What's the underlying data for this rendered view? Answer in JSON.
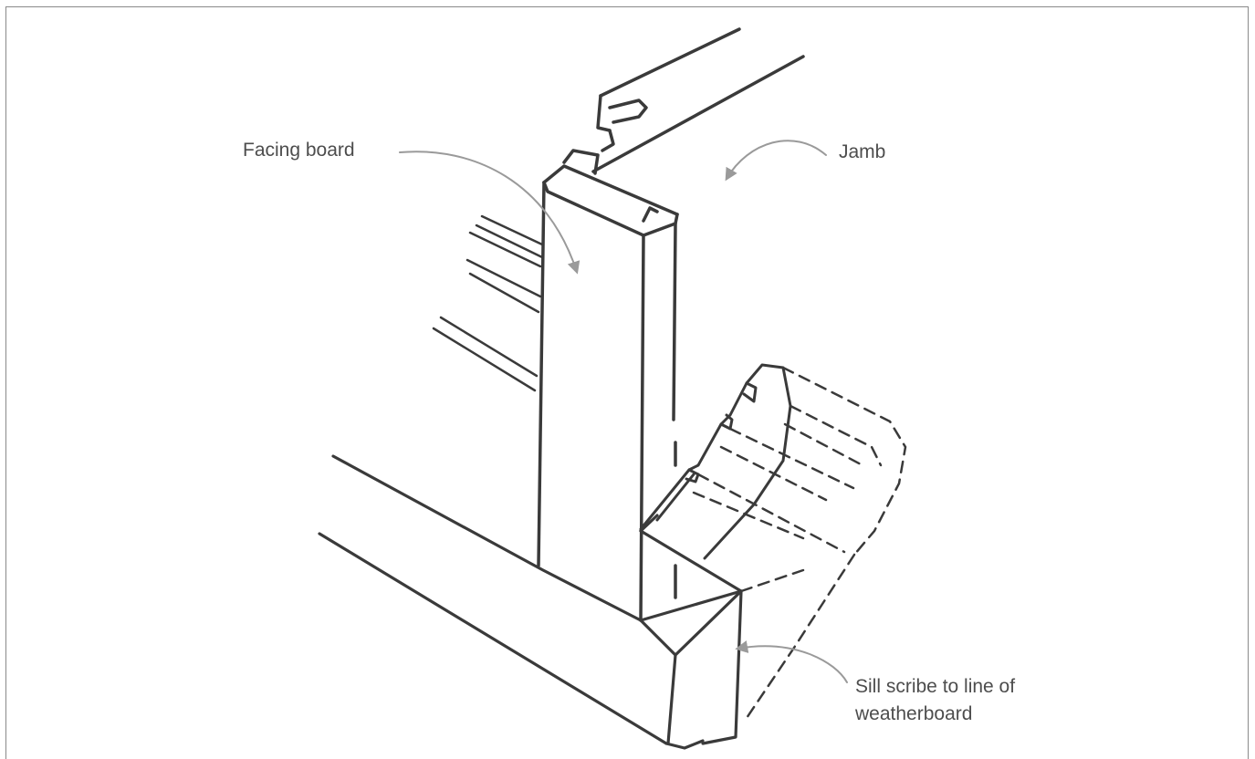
{
  "labels": {
    "facing_board": "Facing board",
    "jamb": "Jamb",
    "sill_line1": "Sill scribe to line of",
    "sill_line2": "weatherboard"
  },
  "colors": {
    "ink": "#3a3a3a",
    "arrow": "#9a9a9a",
    "label_text": "#4d4d4d",
    "frame": "#8a8a8a"
  }
}
